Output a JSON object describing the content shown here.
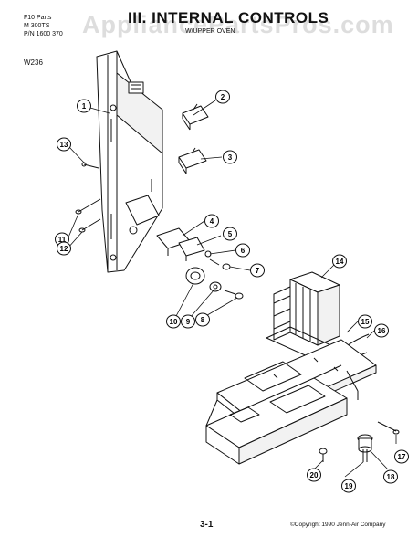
{
  "header": {
    "line1": "F10   Parts",
    "line2": "M    300TS",
    "line3": "P/N 1600 370",
    "title": "III. INTERNAL CONTROLS",
    "subtitle": "W/UPPER OVEN",
    "model": "W236"
  },
  "watermark": "AppliancePartsPros.com",
  "callouts": [
    "1",
    "2",
    "3",
    "4",
    "5",
    "6",
    "7",
    "8",
    "9",
    "10",
    "11",
    "12",
    "13",
    "14",
    "15",
    "16",
    "17",
    "18",
    "19",
    "20"
  ],
  "footer": {
    "page_number": "3-1",
    "copyright": "©Copyright 1990 Jenn-Air Company"
  }
}
